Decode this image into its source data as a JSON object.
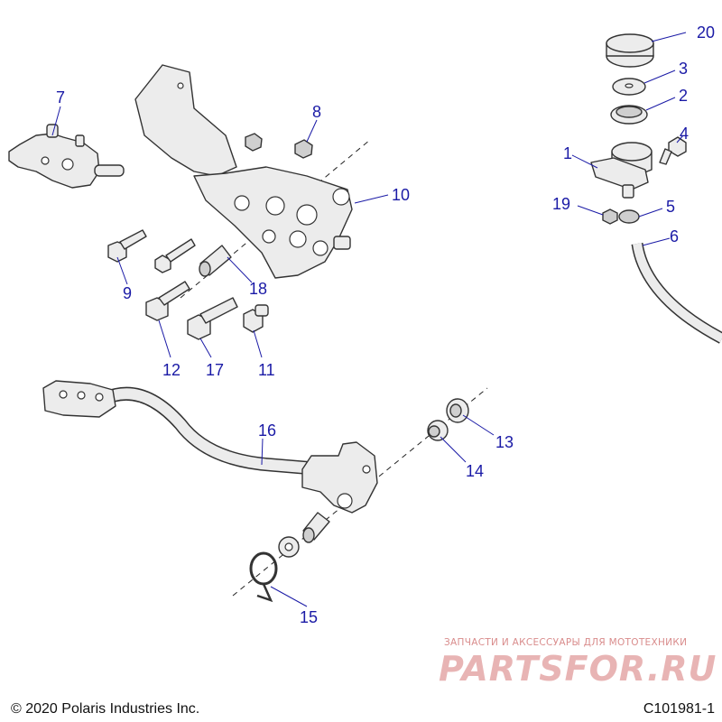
{
  "callouts": [
    "1",
    "2",
    "3",
    "4",
    "5",
    "6",
    "7",
    "8",
    "9",
    "10",
    "11",
    "12",
    "13",
    "14",
    "15",
    "16",
    "17",
    "18",
    "19",
    "20"
  ],
  "footer": {
    "copyright": "© 2020 Polaris Industries Inc.",
    "code": "C101981-1"
  },
  "watermark": {
    "tagline": "ЗАПЧАСТИ И АКСЕССУАРЫ ДЛЯ МОТОТЕХНИКИ",
    "logo": "PARTSFOR.RU"
  },
  "colors": {
    "callout": "#1a1aa6",
    "watermark": "#e8b4b4"
  }
}
